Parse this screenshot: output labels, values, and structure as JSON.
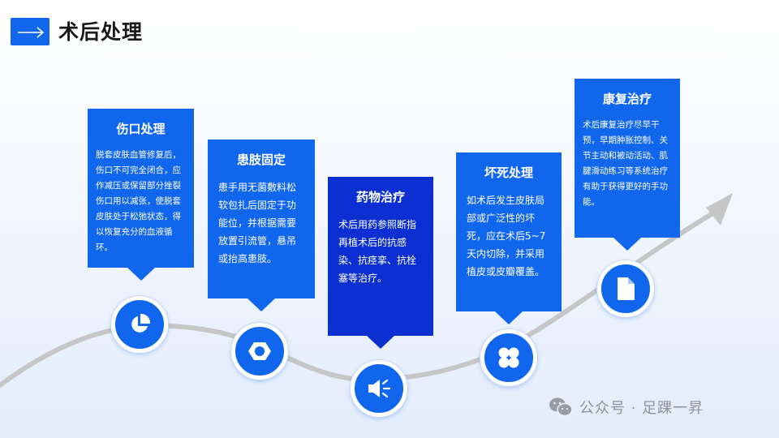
{
  "header": {
    "title": "术后处理",
    "badge_icon": "arrow-right-icon",
    "accent": "#1166ee"
  },
  "steps": [
    {
      "title": "伤口处理",
      "body": "脱套皮肤血管修复后，伤口不可完全闭合，应作减压或保留部分挫裂伤口用以减张，使脱套皮肤处于松弛状态，得以恢复充分的血液循环。",
      "icon": "pie-chart-icon",
      "color": "#1166ee"
    },
    {
      "title": "患肢固定",
      "body": "患手用无菌敷料松软包扎后固定于功能位，并根据需要放置引流管，悬吊或抬高患肢。",
      "icon": "hex-nut-icon",
      "color": "#1166ee"
    },
    {
      "title": "药物治疗",
      "body": "术后用药参照断指再植术后的抗感染、抗痉挛、抗栓塞等治疗。",
      "icon": "megaphone-icon",
      "color": "#0b2fd0"
    },
    {
      "title": "坏死处理",
      "body": "如术后发生皮肤局部或广泛性的坏死，应在术后5~7天内切除，并采用植皮或皮瓣覆盖。",
      "icon": "grid-four-icon",
      "color": "#1166ee"
    },
    {
      "title": "康复治疗",
      "body": "术后康复治疗尽早干预，早期肿胀控制、关节主动和被动活动、肌腱滑动练习等系统治疗有助于获得更好的手功能。",
      "icon": "document-icon",
      "color": "#1166ee"
    }
  ],
  "watermark": {
    "text": "公众号 · 足踝一昇",
    "icon": "wechat-icon"
  },
  "colors": {
    "curve": "#c6c6c6",
    "node_border": "#ffffff"
  }
}
